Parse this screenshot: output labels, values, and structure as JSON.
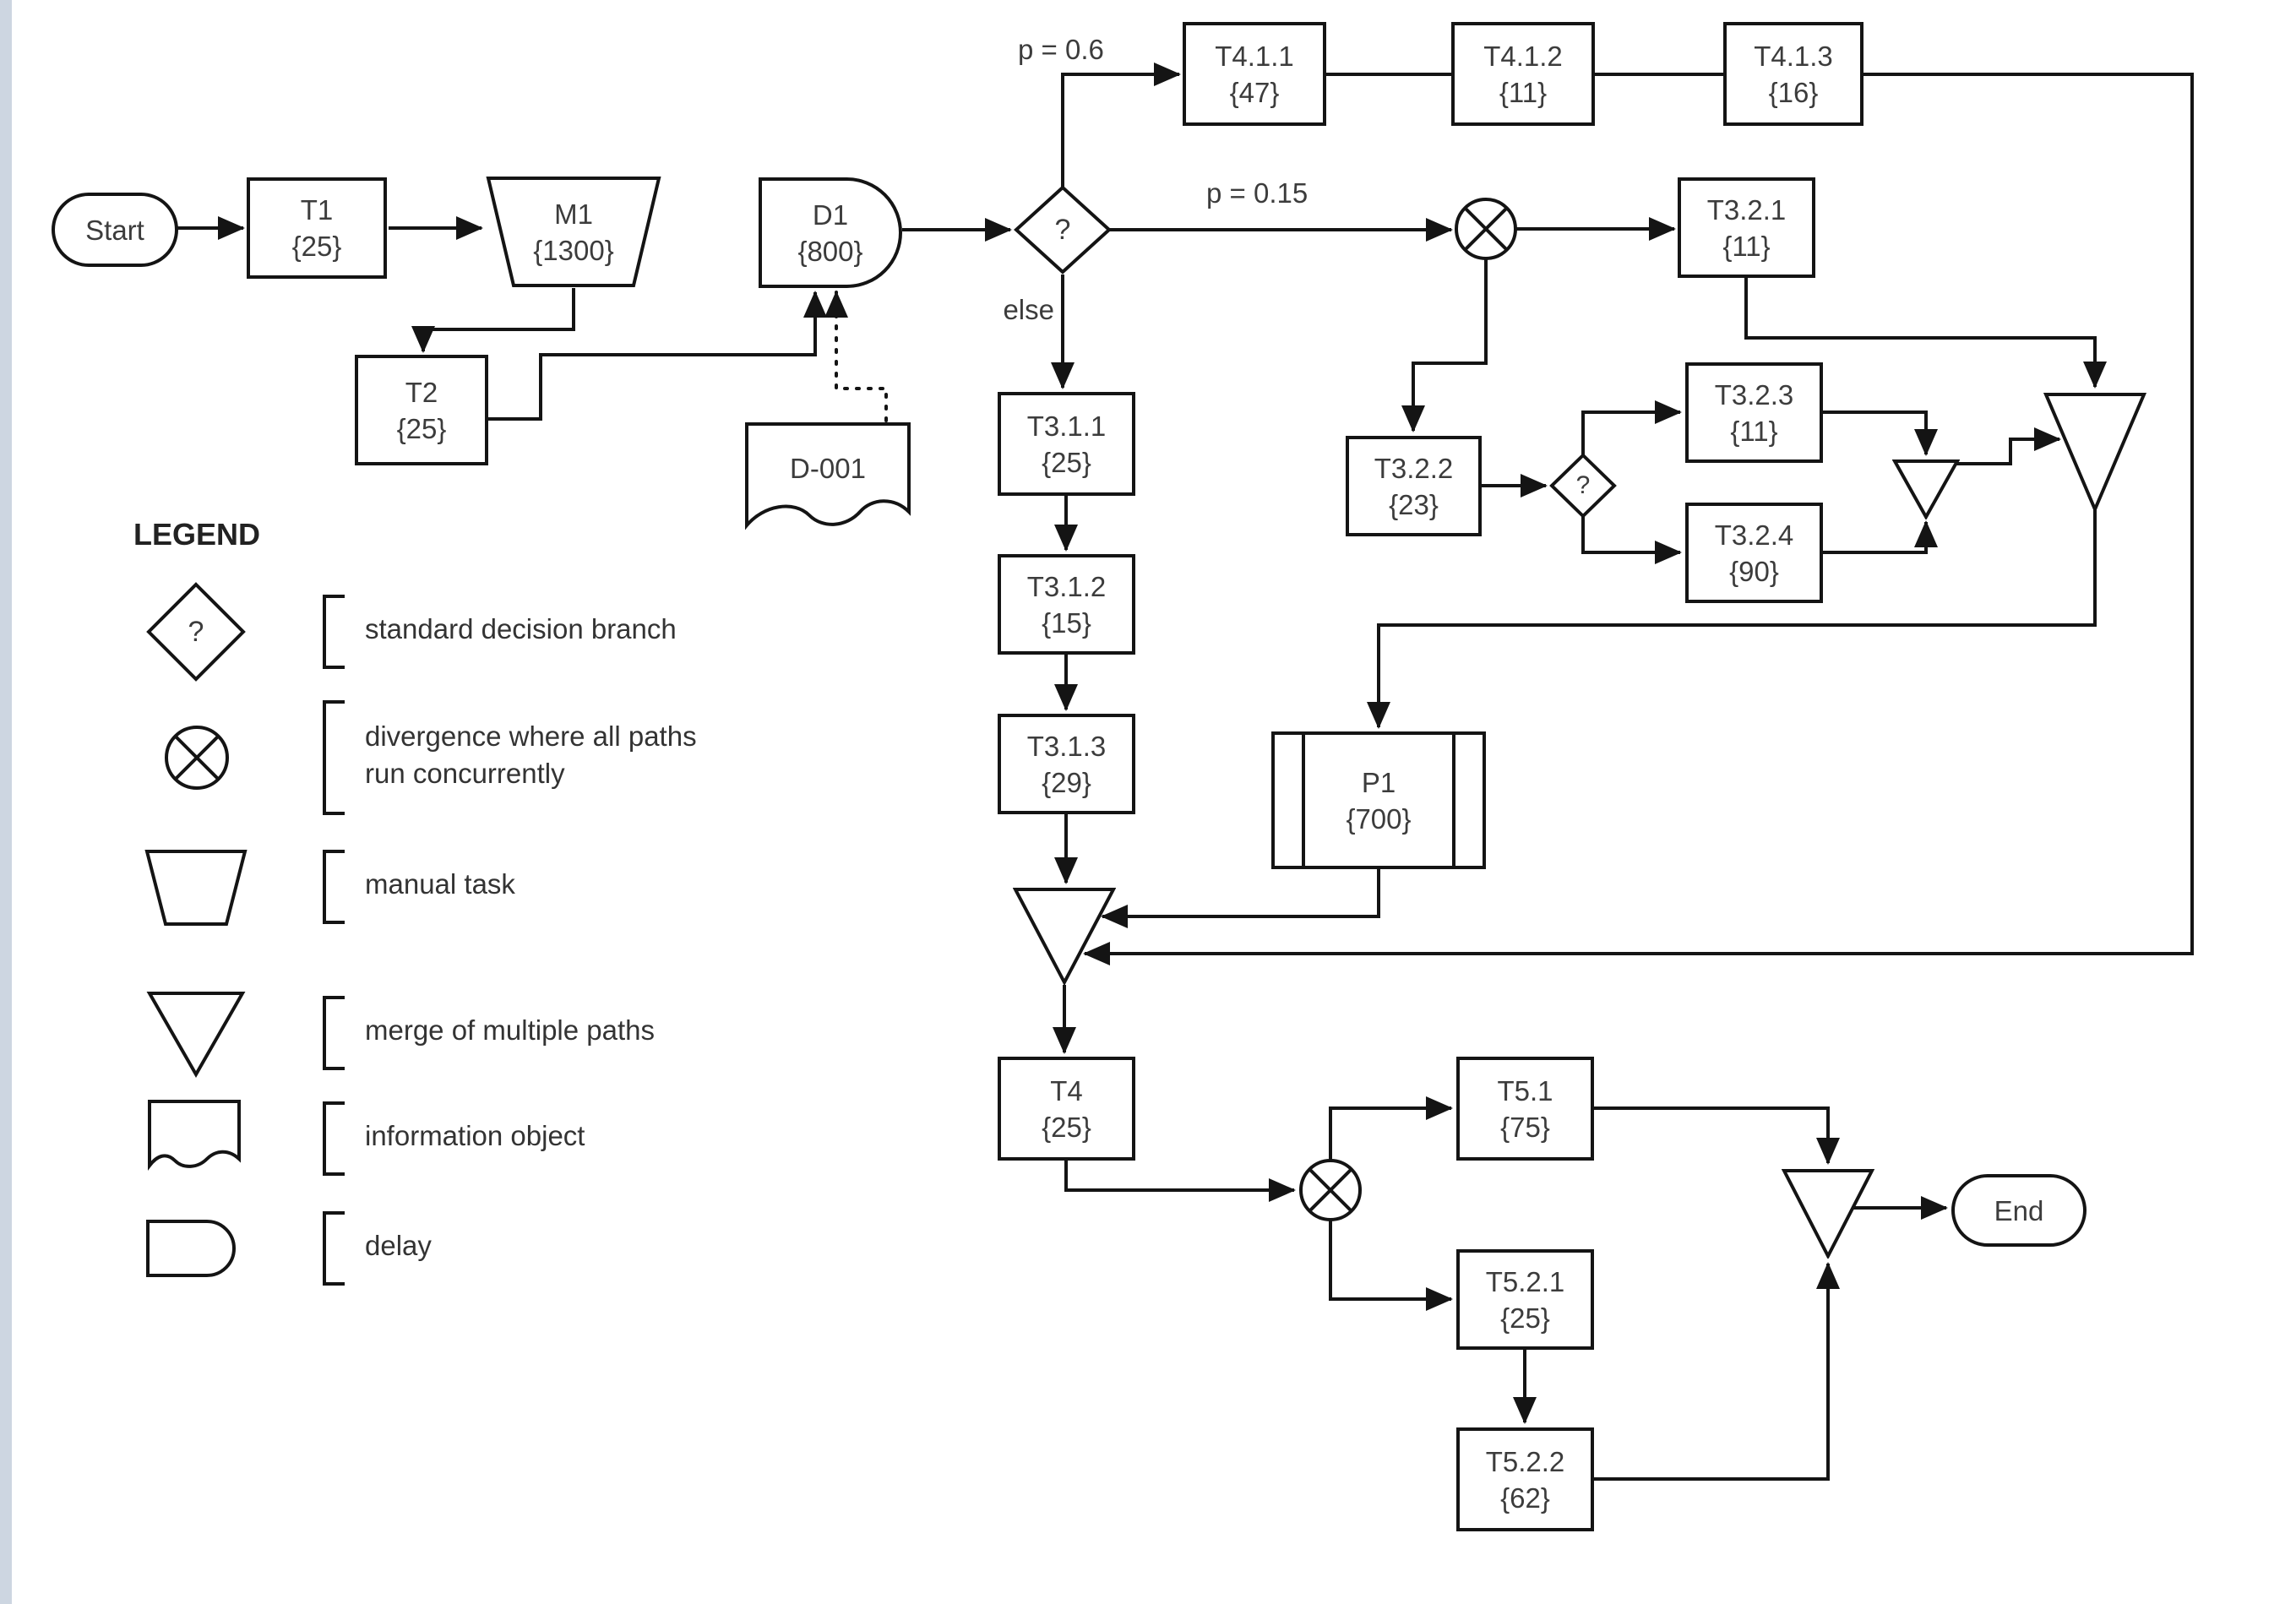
{
  "colors": {
    "line": "#141414",
    "text": "#3c3c3c",
    "background": "#ffffff",
    "left_strip": "#cdd6e1"
  },
  "nodes": {
    "start": {
      "label": "Start"
    },
    "t1": {
      "name": "T1",
      "value": "{25}"
    },
    "m1": {
      "name": "M1",
      "value": "{1300}"
    },
    "t2": {
      "name": "T2",
      "value": "{25}"
    },
    "d1": {
      "name": "D1",
      "value": "{800}"
    },
    "d001": {
      "label": "D-001"
    },
    "dec1": {
      "q": "?"
    },
    "dec2": {
      "q": "?"
    },
    "t411": {
      "name": "T4.1.1",
      "value": "{47}"
    },
    "t412": {
      "name": "T4.1.2",
      "value": "{11}"
    },
    "t413": {
      "name": "T4.1.3",
      "value": "{16}"
    },
    "t321": {
      "name": "T3.2.1",
      "value": "{11}"
    },
    "t322": {
      "name": "T3.2.2",
      "value": "{23}"
    },
    "t323": {
      "name": "T3.2.3",
      "value": "{11}"
    },
    "t324": {
      "name": "T3.2.4",
      "value": "{90}"
    },
    "t311": {
      "name": "T3.1.1",
      "value": "{25}"
    },
    "t312": {
      "name": "T3.1.2",
      "value": "{15}"
    },
    "t313": {
      "name": "T3.1.3",
      "value": "{29}"
    },
    "p1": {
      "name": "P1",
      "value": "{700}"
    },
    "t4": {
      "name": "T4",
      "value": "{25}"
    },
    "t51": {
      "name": "T5.1",
      "value": "{75}"
    },
    "t521": {
      "name": "T5.2.1",
      "value": "{25}"
    },
    "t522": {
      "name": "T5.2.2",
      "value": "{62}"
    },
    "end": {
      "label": "End"
    }
  },
  "edge_labels": {
    "p_06": "p = 0.6",
    "p_015": "p = 0.15",
    "else": "else"
  },
  "legend": {
    "title": "LEGEND",
    "items": [
      {
        "symbol": "decision-diamond",
        "lines": [
          "standard decision branch"
        ]
      },
      {
        "symbol": "divergence-circle-x",
        "lines": [
          "divergence where all paths",
          "run concurrently"
        ]
      },
      {
        "symbol": "manual-task-trapezoid",
        "lines": [
          "manual task"
        ]
      },
      {
        "symbol": "merge-triangle",
        "lines": [
          "merge of multiple paths"
        ]
      },
      {
        "symbol": "information-object-document",
        "lines": [
          "information object"
        ]
      },
      {
        "symbol": "delay-shape",
        "lines": [
          "delay"
        ]
      }
    ]
  }
}
